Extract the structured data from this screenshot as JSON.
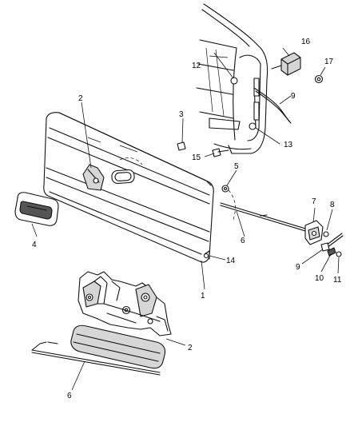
{
  "callouts": {
    "c1": "1",
    "c2a": "2",
    "c2b": "2",
    "c3": "3",
    "c4": "4",
    "c5": "5",
    "c6a": "6",
    "c6b": "6",
    "c7": "7",
    "c8": "8",
    "c9a": "9",
    "c9b": "9",
    "c10": "10",
    "c11": "11",
    "c12": "12",
    "c13": "13",
    "c14": "14",
    "c15": "15",
    "c16": "16",
    "c17": "17"
  }
}
